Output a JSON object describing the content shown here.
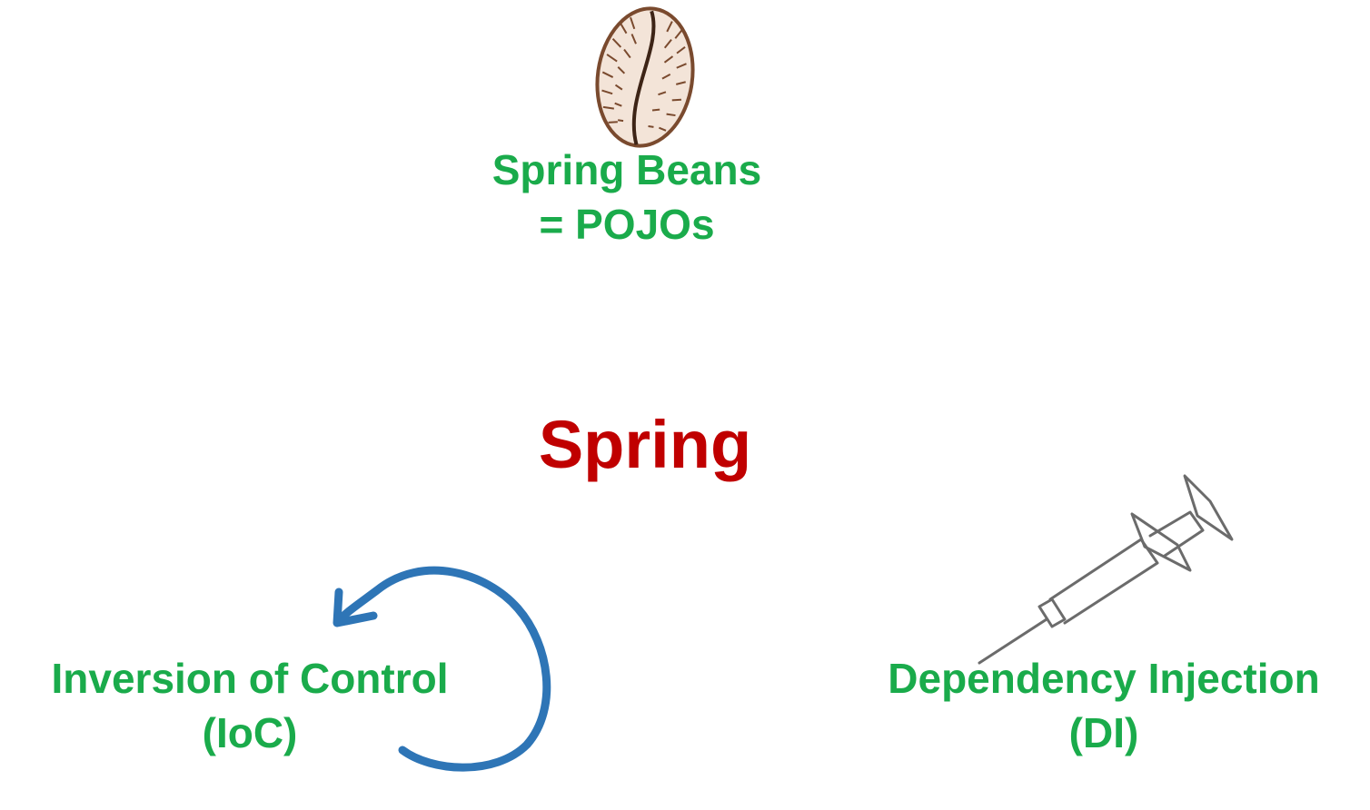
{
  "title": "Spring",
  "concepts": {
    "beans": {
      "line1": "Spring Beans",
      "line2": "= POJOs",
      "icon": "coffee-bean-icon"
    },
    "ioc": {
      "line1": "Inversion of Control",
      "line2": "(IoC)",
      "icon": "circular-arrow-icon"
    },
    "di": {
      "line1": "Dependency Injection",
      "line2": "(DI)",
      "icon": "syringe-icon"
    }
  },
  "colors": {
    "title": "#c00000",
    "concept_text": "#1aab4b",
    "bean": "#7a4a2e",
    "arrow": "#2e75b6",
    "syringe": "#6b6b6b"
  }
}
